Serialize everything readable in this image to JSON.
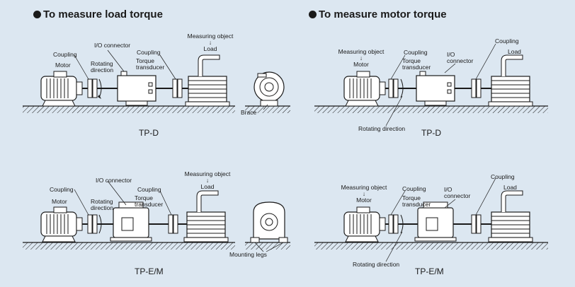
{
  "headings": {
    "load": "To measure load torque",
    "motor": "To measure motor torque"
  },
  "labels": {
    "measuring_object": "Measuring object",
    "load": "Load",
    "motor": "Motor",
    "coupling": "Coupling",
    "io_connector": "I/O connector",
    "rotating_direction": "Rotating direction",
    "rotating": "Rotating",
    "direction": "direction",
    "torque": "Torque",
    "transducer": "transducer",
    "brace": "Brace",
    "mounting_legs": "Mounting legs",
    "arrow": "↓"
  },
  "captions": {
    "tpd": "TP-D",
    "tpem": "TP-E/M"
  },
  "colors": {
    "background": "#dce7f1",
    "machine_fill": "#ffffff",
    "line": "#1a1a1a"
  }
}
